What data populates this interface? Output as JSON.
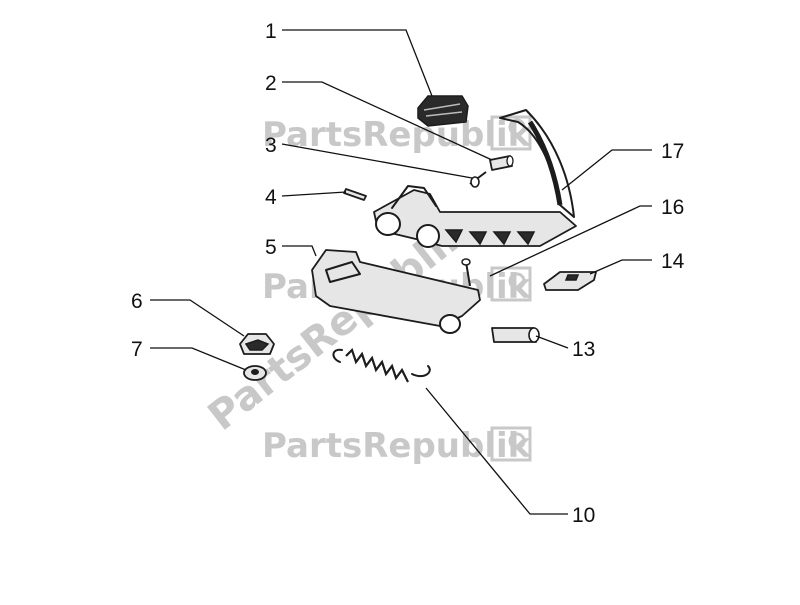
{
  "watermark": {
    "text": "PartsRepublik",
    "color": "#c8c8c8"
  },
  "callouts": [
    {
      "id": "1",
      "label": "1"
    },
    {
      "id": "2",
      "label": "2"
    },
    {
      "id": "3",
      "label": "3"
    },
    {
      "id": "4",
      "label": "4"
    },
    {
      "id": "5",
      "label": "5"
    },
    {
      "id": "6",
      "label": "6"
    },
    {
      "id": "7",
      "label": "7"
    },
    {
      "id": "10",
      "label": "10"
    },
    {
      "id": "13",
      "label": "13"
    },
    {
      "id": "14",
      "label": "14"
    },
    {
      "id": "16",
      "label": "16"
    },
    {
      "id": "17",
      "label": "17"
    }
  ]
}
